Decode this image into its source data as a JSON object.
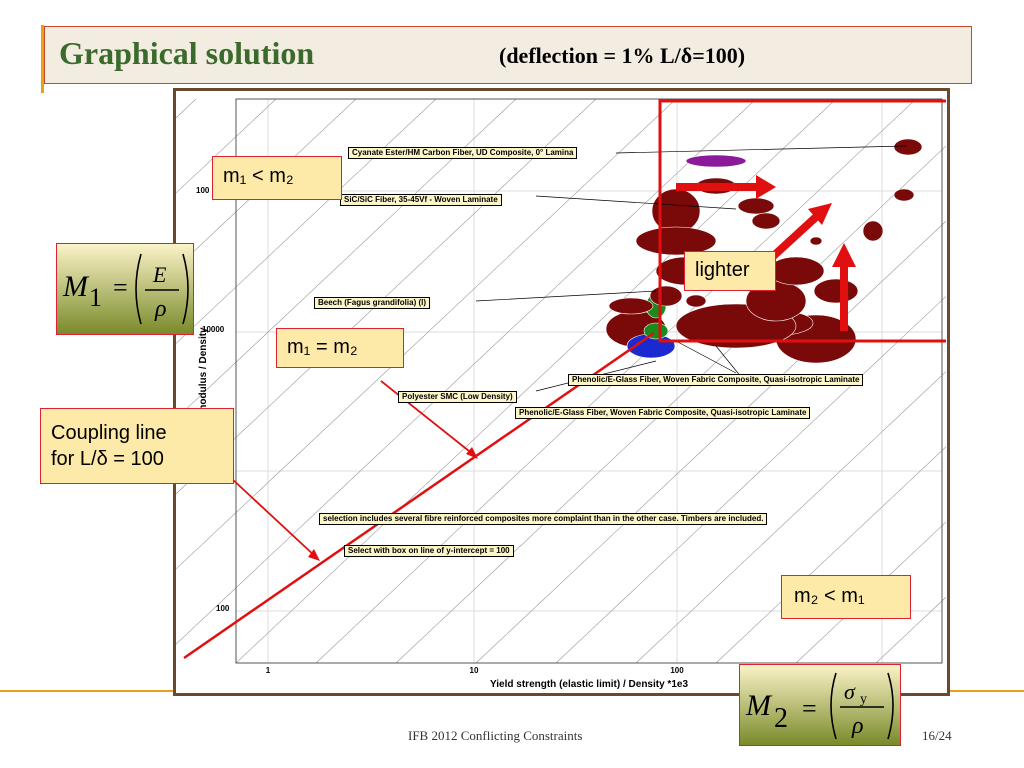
{
  "slide": {
    "title": "Graphical solution",
    "subtitle": "(deflection = 1%      L/δ=100)",
    "footer_text": "IFB 2012 Conflicting Constraints",
    "page_number": "16/24"
  },
  "annotations": {
    "m1_lt_m2": "m₁ < m₂",
    "m1_eq_m2": "m₁ = m₂",
    "m2_lt_m1": "m₂ < m₁",
    "lighter": "lighter",
    "coupling_line_1": "Coupling line",
    "coupling_line_2": "for L/δ = 100"
  },
  "equations": {
    "m1": {
      "lhs": "M",
      "sub": "1",
      "num": "E",
      "den": "ρ"
    },
    "m2": {
      "lhs": "M",
      "sub": "2",
      "num": "σ",
      "num_sub": "y",
      "den": "ρ"
    }
  },
  "chart_data": {
    "type": "scatter",
    "xlabel": "Yield strength (elastic limit) / Density *1e3",
    "ylabel": "Young's modulus / Density",
    "xscale": "log",
    "yscale": "log",
    "x_ticks": [
      "1",
      "10",
      "100"
    ],
    "y_ticks": [
      "100",
      "10000",
      "100"
    ],
    "y_tick_partial_top": "100",
    "material_labels": [
      "Cyanate Ester/HM Carbon Fiber, UD Composite, 0° Lamina",
      "SiC/SiC Fiber, 35-45Vf - Woven Laminate",
      "Beech (Fagus grandifolia) (l)",
      "Polyester SMC (Low Density)",
      "Phenolic/E-Glass Fiber, Woven Fabric Composite, Quasi-isotropic Laminate",
      "Phenolic/E-Glass Fiber, Woven Fabric Composite, Quasi-isotropic Laminate"
    ],
    "notes": [
      "selection includes several fibre reinforced composites more complaint than in the other case. Timbers are included.",
      "Select with box on line of y-intercept = 100"
    ],
    "colors": {
      "dark_red": "#7a0a0a",
      "green": "#1a8a1a",
      "blue": "#1a2ad0",
      "purple": "#8a1a9a",
      "red": "#e01010"
    }
  }
}
